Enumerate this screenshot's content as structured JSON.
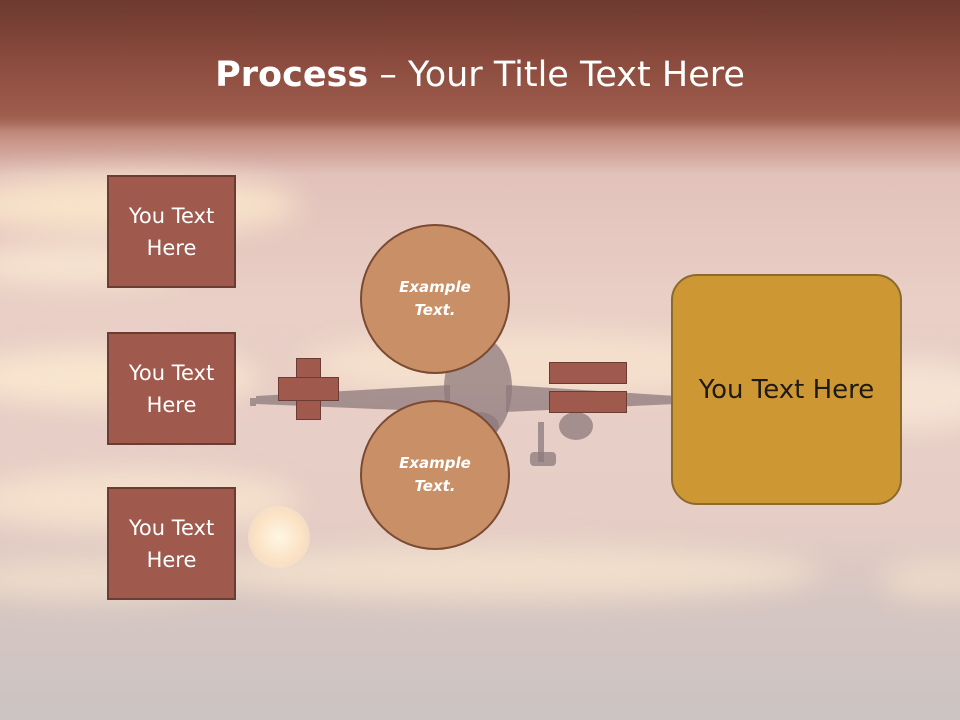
{
  "title": {
    "bold": "Process",
    "dash": " – ",
    "rest": "Your Title Text Here"
  },
  "left_boxes": [
    {
      "label": "You Text Here"
    },
    {
      "label": "You Text Here"
    },
    {
      "label": "You Text Here"
    }
  ],
  "circles": [
    {
      "label": "Example Text."
    },
    {
      "label": "Example Text."
    }
  ],
  "result_box": {
    "label": "You Text Here"
  },
  "colors": {
    "box_fill": "#9f5a4d",
    "circle_fill": "#c98f66",
    "result_fill": "#cd9833",
    "header_band": "#8a4a3d"
  },
  "icons": {
    "plus": "plus-icon",
    "equals": "equals-icon",
    "background": "airplane-sunset-photo"
  }
}
